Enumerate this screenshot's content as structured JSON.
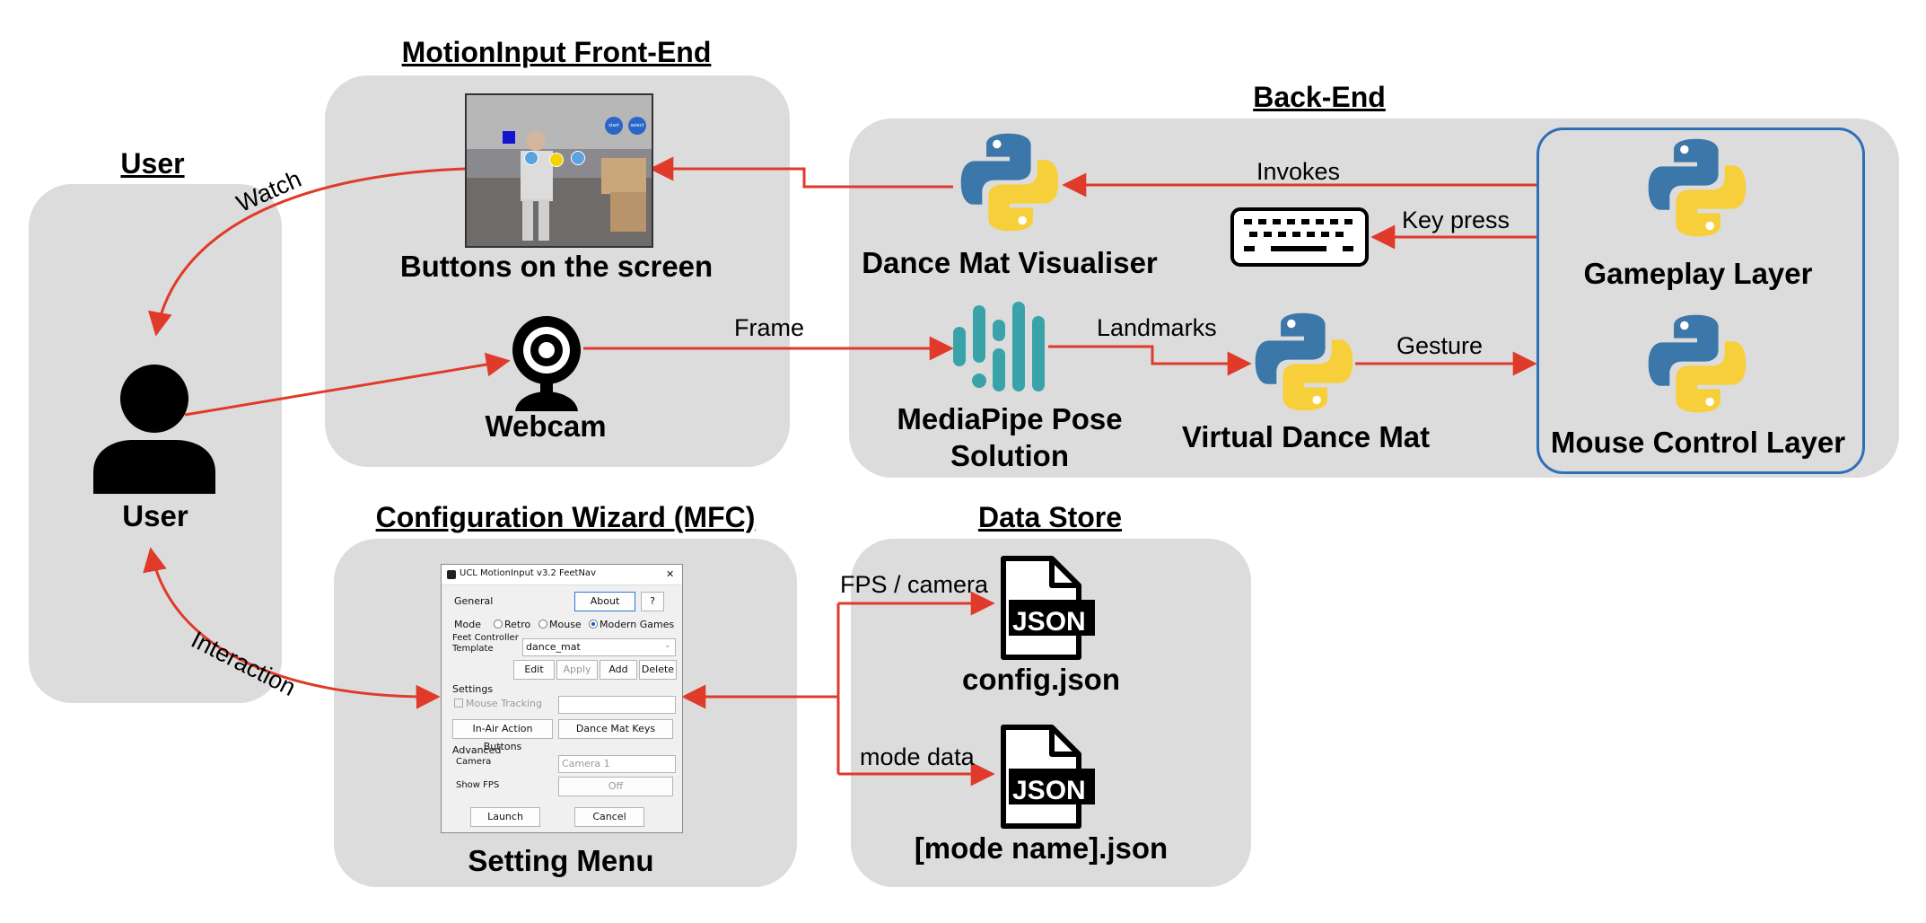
{
  "sections": {
    "user": "User",
    "frontend": "MotionInput Front-End",
    "backend": "Back-End",
    "config": "Configuration Wizard (MFC)",
    "datastore": "Data Store"
  },
  "nodes": {
    "user": "User",
    "buttons": "Buttons on the screen",
    "webcam": "Webcam",
    "visualiser": "Dance Mat Visualiser",
    "mediapipe_line1": "MediaPipe Pose",
    "mediapipe_line2": "Solution",
    "virtual_mat": "Virtual Dance Mat",
    "gameplay": "Gameplay Layer",
    "mouse_layer": "Mouse Control Layer",
    "setting_menu": "Setting Menu",
    "config_json": "config.json",
    "mode_json": "[mode name].json",
    "json_badge": "JSON"
  },
  "edges": {
    "watch": "Watch",
    "interaction": "Interaction",
    "frame": "Frame",
    "landmarks": "Landmarks",
    "gesture": "Gesture",
    "invokes": "Invokes",
    "key_press": "Key press",
    "fps_camera": "FPS / camera",
    "mode_data": "mode data"
  },
  "frontend_screen": {
    "start": "start",
    "select": "select"
  },
  "wizard": {
    "title": "UCL MotionInput v3.2 FeetNav",
    "close": "✕",
    "general": "General",
    "about": "About",
    "help": "?",
    "mode": "Mode",
    "retro": "Retro",
    "mouse": "Mouse",
    "modern": "Modern Games",
    "feet_line1": "Feet Controller",
    "feet_line2": "Template",
    "template_value": "dance_mat",
    "edit": "Edit",
    "apply": "Apply",
    "add": "Add",
    "delete": "Delete",
    "settings": "Settings",
    "mouse_tracking": "Mouse Tracking",
    "in_air": "In-Air Action Buttons",
    "dance_keys": "Dance Mat Keys",
    "advanced": "Advanced",
    "camera": "Camera",
    "camera_value": "Camera 1",
    "show_fps": "Show FPS",
    "fps_value": "Off",
    "launch": "Launch",
    "cancel": "Cancel"
  },
  "colors": {
    "panel": "#dcdcdc",
    "arrow": "#e03a2a",
    "layer_border": "#2e6fb8",
    "python_blue": "#3b77a8",
    "python_yellow": "#f7cf3b",
    "mediapipe": "#3aa3a9"
  },
  "icons": [
    "person-icon",
    "webcam-icon",
    "python-icon",
    "keyboard-icon",
    "mediapipe-icon",
    "json-file-icon"
  ]
}
